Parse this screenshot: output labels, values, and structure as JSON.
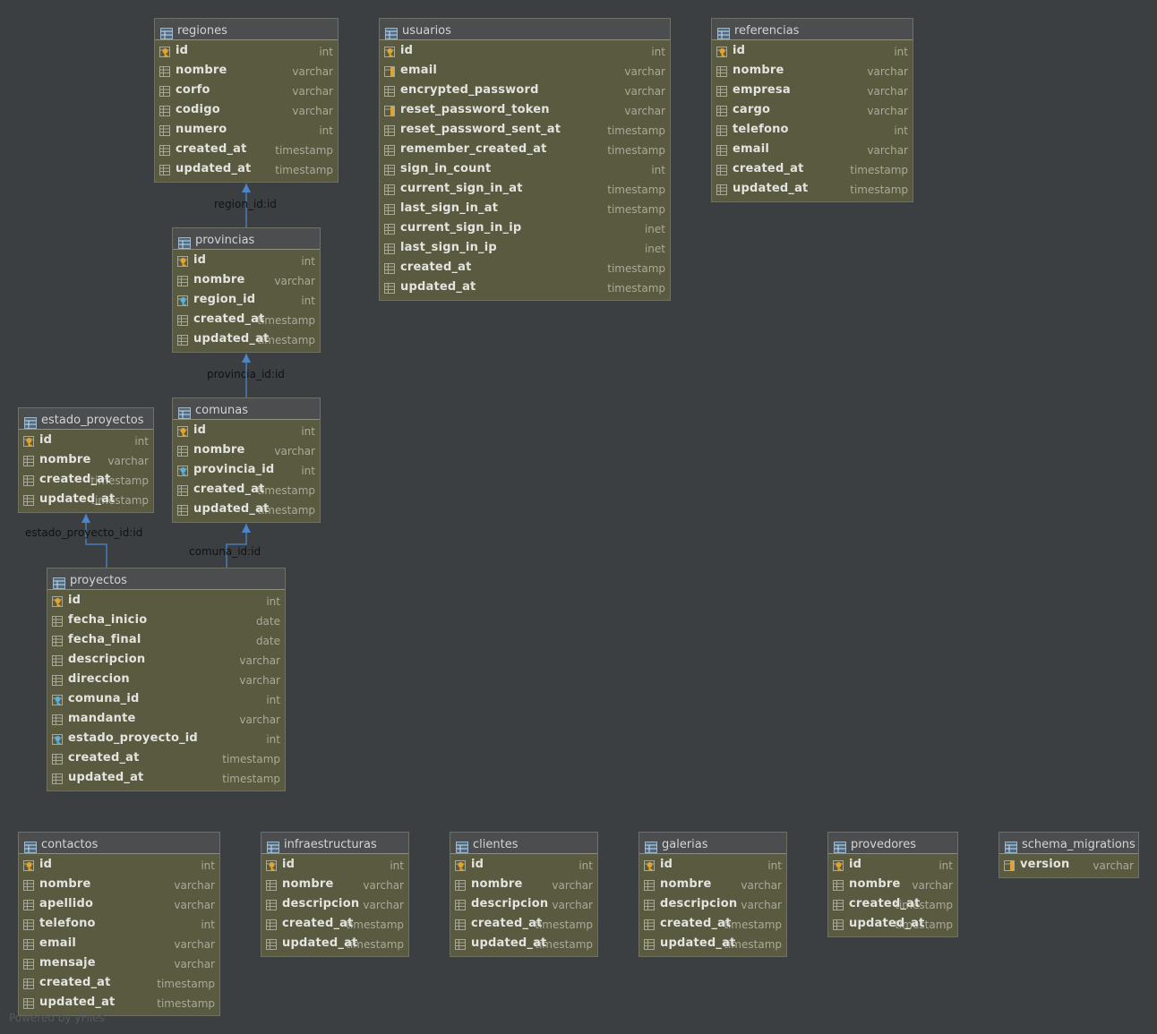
{
  "accent_colors": {
    "background": "#3c3f41",
    "table_body": "#595a3f",
    "header": "#4b4d4f",
    "edge": "#4a86c8"
  },
  "tables": [
    {
      "name": "regiones",
      "columns": [
        {
          "name": "id",
          "type": "int",
          "icon": "primary-key"
        },
        {
          "name": "nombre",
          "type": "varchar",
          "icon": "column"
        },
        {
          "name": "corfo",
          "type": "varchar",
          "icon": "column"
        },
        {
          "name": "codigo",
          "type": "varchar",
          "icon": "column"
        },
        {
          "name": "numero",
          "type": "int",
          "icon": "column"
        },
        {
          "name": "created_at",
          "type": "timestamp",
          "icon": "column"
        },
        {
          "name": "updated_at",
          "type": "timestamp",
          "icon": "column"
        }
      ]
    },
    {
      "name": "usuarios",
      "columns": [
        {
          "name": "id",
          "type": "int",
          "icon": "primary-key"
        },
        {
          "name": "email",
          "type": "varchar",
          "icon": "unique-index"
        },
        {
          "name": "encrypted_password",
          "type": "varchar",
          "icon": "column"
        },
        {
          "name": "reset_password_token",
          "type": "varchar",
          "icon": "unique-index"
        },
        {
          "name": "reset_password_sent_at",
          "type": "timestamp",
          "icon": "column"
        },
        {
          "name": "remember_created_at",
          "type": "timestamp",
          "icon": "column"
        },
        {
          "name": "sign_in_count",
          "type": "int",
          "icon": "column"
        },
        {
          "name": "current_sign_in_at",
          "type": "timestamp",
          "icon": "column"
        },
        {
          "name": "last_sign_in_at",
          "type": "timestamp",
          "icon": "column"
        },
        {
          "name": "current_sign_in_ip",
          "type": "inet",
          "icon": "column"
        },
        {
          "name": "last_sign_in_ip",
          "type": "inet",
          "icon": "column"
        },
        {
          "name": "created_at",
          "type": "timestamp",
          "icon": "column"
        },
        {
          "name": "updated_at",
          "type": "timestamp",
          "icon": "column"
        }
      ]
    },
    {
      "name": "referencias",
      "columns": [
        {
          "name": "id",
          "type": "int",
          "icon": "primary-key"
        },
        {
          "name": "nombre",
          "type": "varchar",
          "icon": "column"
        },
        {
          "name": "empresa",
          "type": "varchar",
          "icon": "column"
        },
        {
          "name": "cargo",
          "type": "varchar",
          "icon": "column"
        },
        {
          "name": "telefono",
          "type": "int",
          "icon": "column"
        },
        {
          "name": "email",
          "type": "varchar",
          "icon": "column"
        },
        {
          "name": "created_at",
          "type": "timestamp",
          "icon": "column"
        },
        {
          "name": "updated_at",
          "type": "timestamp",
          "icon": "column"
        }
      ]
    },
    {
      "name": "provincias",
      "columns": [
        {
          "name": "id",
          "type": "int",
          "icon": "primary-key"
        },
        {
          "name": "nombre",
          "type": "varchar",
          "icon": "column"
        },
        {
          "name": "region_id",
          "type": "int",
          "icon": "foreign-key"
        },
        {
          "name": "created_at",
          "type": "timestamp",
          "icon": "column"
        },
        {
          "name": "updated_at",
          "type": "timestamp",
          "icon": "column"
        }
      ]
    },
    {
      "name": "comunas",
      "columns": [
        {
          "name": "id",
          "type": "int",
          "icon": "primary-key"
        },
        {
          "name": "nombre",
          "type": "varchar",
          "icon": "column"
        },
        {
          "name": "provincia_id",
          "type": "int",
          "icon": "foreign-key"
        },
        {
          "name": "created_at",
          "type": "timestamp",
          "icon": "column"
        },
        {
          "name": "updated_at",
          "type": "timestamp",
          "icon": "column"
        }
      ]
    },
    {
      "name": "estado_proyectos",
      "columns": [
        {
          "name": "id",
          "type": "int",
          "icon": "primary-key"
        },
        {
          "name": "nombre",
          "type": "varchar",
          "icon": "column"
        },
        {
          "name": "created_at",
          "type": "timestamp",
          "icon": "column"
        },
        {
          "name": "updated_at",
          "type": "timestamp",
          "icon": "column"
        }
      ]
    },
    {
      "name": "proyectos",
      "columns": [
        {
          "name": "id",
          "type": "int",
          "icon": "primary-key"
        },
        {
          "name": "fecha_inicio",
          "type": "date",
          "icon": "column"
        },
        {
          "name": "fecha_final",
          "type": "date",
          "icon": "column"
        },
        {
          "name": "descripcion",
          "type": "varchar",
          "icon": "column"
        },
        {
          "name": "direccion",
          "type": "varchar",
          "icon": "column"
        },
        {
          "name": "comuna_id",
          "type": "int",
          "icon": "foreign-key"
        },
        {
          "name": "mandante",
          "type": "varchar",
          "icon": "column"
        },
        {
          "name": "estado_proyecto_id",
          "type": "int",
          "icon": "foreign-key"
        },
        {
          "name": "created_at",
          "type": "timestamp",
          "icon": "column"
        },
        {
          "name": "updated_at",
          "type": "timestamp",
          "icon": "column"
        }
      ]
    },
    {
      "name": "contactos",
      "columns": [
        {
          "name": "id",
          "type": "int",
          "icon": "primary-key"
        },
        {
          "name": "nombre",
          "type": "varchar",
          "icon": "column"
        },
        {
          "name": "apellido",
          "type": "varchar",
          "icon": "column"
        },
        {
          "name": "telefono",
          "type": "int",
          "icon": "column"
        },
        {
          "name": "email",
          "type": "varchar",
          "icon": "column"
        },
        {
          "name": "mensaje",
          "type": "varchar",
          "icon": "column"
        },
        {
          "name": "created_at",
          "type": "timestamp",
          "icon": "column"
        },
        {
          "name": "updated_at",
          "type": "timestamp",
          "icon": "column"
        }
      ]
    },
    {
      "name": "infraestructuras",
      "columns": [
        {
          "name": "id",
          "type": "int",
          "icon": "primary-key"
        },
        {
          "name": "nombre",
          "type": "varchar",
          "icon": "column"
        },
        {
          "name": "descripcion",
          "type": "varchar",
          "icon": "column"
        },
        {
          "name": "created_at",
          "type": "timestamp",
          "icon": "column"
        },
        {
          "name": "updated_at",
          "type": "timestamp",
          "icon": "column"
        }
      ]
    },
    {
      "name": "clientes",
      "columns": [
        {
          "name": "id",
          "type": "int",
          "icon": "primary-key"
        },
        {
          "name": "nombre",
          "type": "varchar",
          "icon": "column"
        },
        {
          "name": "descripcion",
          "type": "varchar",
          "icon": "column"
        },
        {
          "name": "created_at",
          "type": "timestamp",
          "icon": "column"
        },
        {
          "name": "updated_at",
          "type": "timestamp",
          "icon": "column"
        }
      ]
    },
    {
      "name": "galerias",
      "columns": [
        {
          "name": "id",
          "type": "int",
          "icon": "primary-key"
        },
        {
          "name": "nombre",
          "type": "varchar",
          "icon": "column"
        },
        {
          "name": "descripcion",
          "type": "varchar",
          "icon": "column"
        },
        {
          "name": "created_at",
          "type": "timestamp",
          "icon": "column"
        },
        {
          "name": "updated_at",
          "type": "timestamp",
          "icon": "column"
        }
      ]
    },
    {
      "name": "provedores",
      "columns": [
        {
          "name": "id",
          "type": "int",
          "icon": "primary-key"
        },
        {
          "name": "nombre",
          "type": "varchar",
          "icon": "column"
        },
        {
          "name": "created_at",
          "type": "timestamp",
          "icon": "column"
        },
        {
          "name": "updated_at",
          "type": "timestamp",
          "icon": "column"
        }
      ]
    },
    {
      "name": "schema_migrations",
      "columns": [
        {
          "name": "version",
          "type": "varchar",
          "icon": "unique-index"
        }
      ]
    }
  ],
  "relations": [
    {
      "from": "provincias",
      "to": "regiones",
      "label": "region_id:id"
    },
    {
      "from": "comunas",
      "to": "provincias",
      "label": "provincia_id:id"
    },
    {
      "from": "proyectos",
      "to": "estado_proyectos",
      "label": "estado_proyecto_id:id"
    },
    {
      "from": "proyectos",
      "to": "comunas",
      "label": "comuna_id:id"
    }
  ],
  "footer": "Powered by yFiles"
}
